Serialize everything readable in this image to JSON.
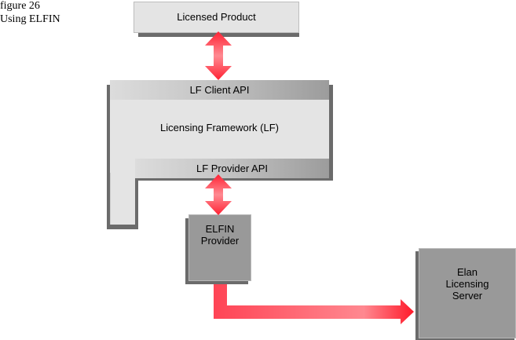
{
  "caption": {
    "figure": "figure 26",
    "title": "Using ELFIN"
  },
  "nodes": {
    "licensed_product": "Licensed Product",
    "lf_client_api": "LF Client API",
    "licensing_framework": "Licensing Framework (LF)",
    "lf_provider_api": "LF Provider API",
    "elfin_provider": [
      "ELFIN",
      "Provider"
    ],
    "elan_server": [
      "Elan",
      "Licensing",
      "Server"
    ]
  },
  "colors": {
    "arrow": "#ff3344",
    "light_box": "#e4e4e4",
    "dark_box": "#999999",
    "shadow": "#6b6b6b"
  }
}
